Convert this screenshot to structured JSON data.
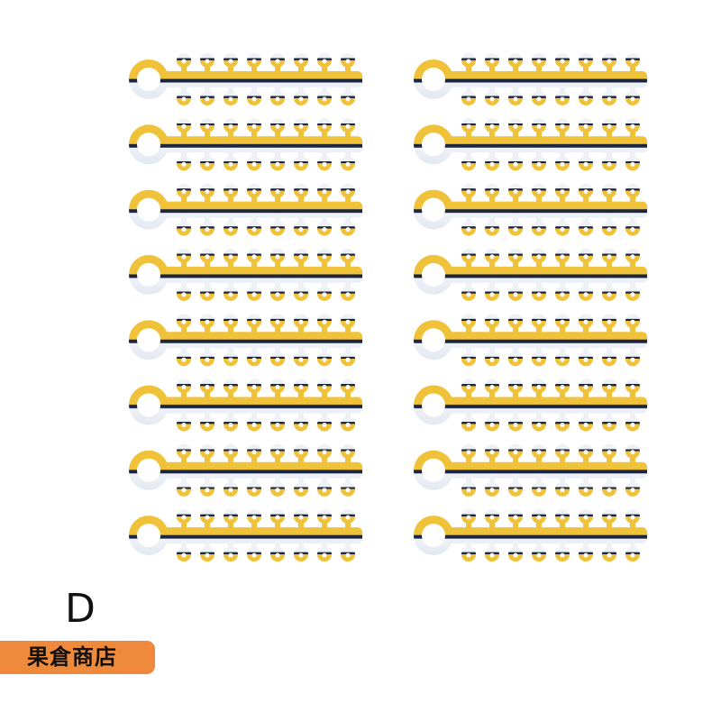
{
  "product": {
    "variant_label": "D",
    "shop_name": "果倉商店",
    "stick_columns": 2,
    "stick_rows": 8,
    "rings_per_side": 8,
    "colors": {
      "yellow": "#f0c23a",
      "stripe": "#1b2540",
      "white": "#eef2f7",
      "shop_badge": "#ef8a3c"
    }
  }
}
